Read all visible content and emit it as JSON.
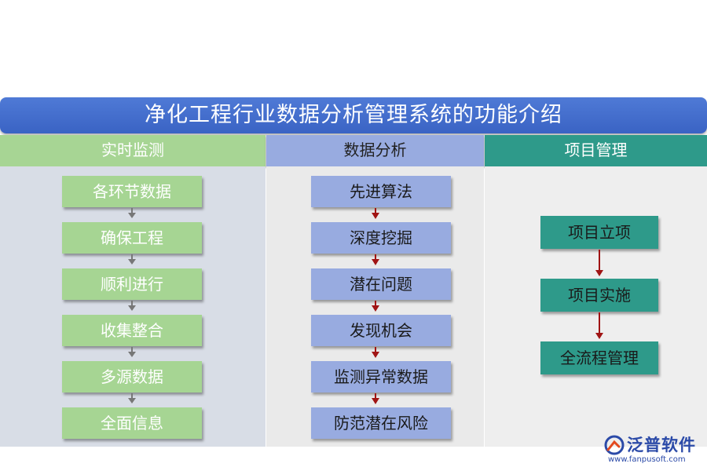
{
  "title": "净化工程行业数据分析管理系统的功能介绍",
  "columns": [
    {
      "header": "实时监测",
      "items": [
        "各环节数据",
        "确保工程",
        "顺利进行",
        "收集整合",
        "多源数据",
        "全面信息"
      ]
    },
    {
      "header": "数据分析",
      "items": [
        "先进算法",
        "深度挖掘",
        "潜在问题",
        "发现机会",
        "监测异常数据",
        "防范潜在风险"
      ]
    },
    {
      "header": "项目管理",
      "items": [
        "项目立项",
        "项目实施",
        "全流程管理"
      ]
    }
  ],
  "logo": {
    "name": "泛普软件",
    "url": "www.fanpusoft.com"
  },
  "colors": {
    "title_bar": "#4471d0",
    "green": "#a6d593",
    "blue": "#98abe0",
    "teal": "#2e9a8a",
    "red_arrow": "#a01414"
  }
}
